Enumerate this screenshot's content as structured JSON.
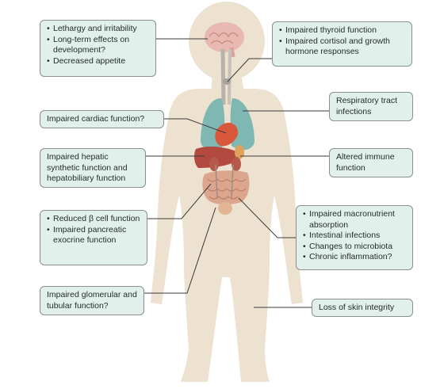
{
  "callouts": {
    "brain": [
      "Lethargy and irritability",
      "Long-term effects on development?",
      "Decreased appetite"
    ],
    "thyroid": [
      "Impaired thyroid function",
      "Impaired cortisol and growth hormone responses"
    ],
    "cardiac": "Impaired cardiac function?",
    "respiratory": "Respiratory tract infections",
    "hepatic": "Impaired hepatic synthetic function and hepatobiliary function",
    "immune": "Altered immune function",
    "pancreas": [
      "Reduced β cell function",
      "Impaired pancreatic exocrine function"
    ],
    "gut": [
      "Impaired macronutrient absorption",
      "Intestinal infections",
      "Changes to microbiota",
      "Chronic inflammation?"
    ],
    "kidney": "Impaired glomerular and tubular function?",
    "skin": "Loss of skin integrity"
  },
  "colors": {
    "body_silhouette": "#ede1d0",
    "box_fill": "#e2f0ec",
    "box_border": "#8a8f8e",
    "leader_line": "#3a3a3a",
    "lungs": "#7fb7b3",
    "heart": "#d9573a",
    "liver": "#b24a3f",
    "intestine": "#dca58d",
    "brain": "#e9b8b0"
  }
}
